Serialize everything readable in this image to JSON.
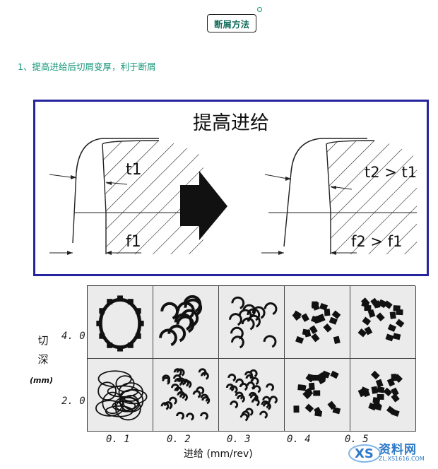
{
  "header": {
    "badge_label": "断屑方法",
    "tip_text": "1、提高进给后切屑变厚，利于断屑"
  },
  "diagram": {
    "title": "提高进给",
    "left_labels": {
      "thickness": "t1",
      "feed": "f1"
    },
    "right_labels": {
      "thickness": "t2 > t1",
      "feed": "f2 > f1"
    },
    "arrow": "arrow-right-icon",
    "border_color": "#25239e"
  },
  "chip_chart": {
    "y_label": "切深",
    "y_unit": "(mm)",
    "depth_ticks": [
      "4. 0",
      "2. 0"
    ],
    "feed_ticks": [
      "0. 1",
      "0. 2",
      "0. 3",
      "0. 4",
      "0. 5"
    ],
    "x_label": "进给 (mm/rev)",
    "rows": [
      {
        "depth": "4.0",
        "chip_forms": [
          "long-coil",
          "spiral",
          "curl",
          "segment",
          "segment"
        ]
      },
      {
        "depth": "2.0",
        "chip_forms": [
          "tangled",
          "short-curl",
          "short-curl",
          "segment",
          "segment"
        ]
      }
    ]
  },
  "watermark": {
    "text": "资料网",
    "url": "ZL.XS1616.COM",
    "icon": "watermark-logo-icon"
  }
}
